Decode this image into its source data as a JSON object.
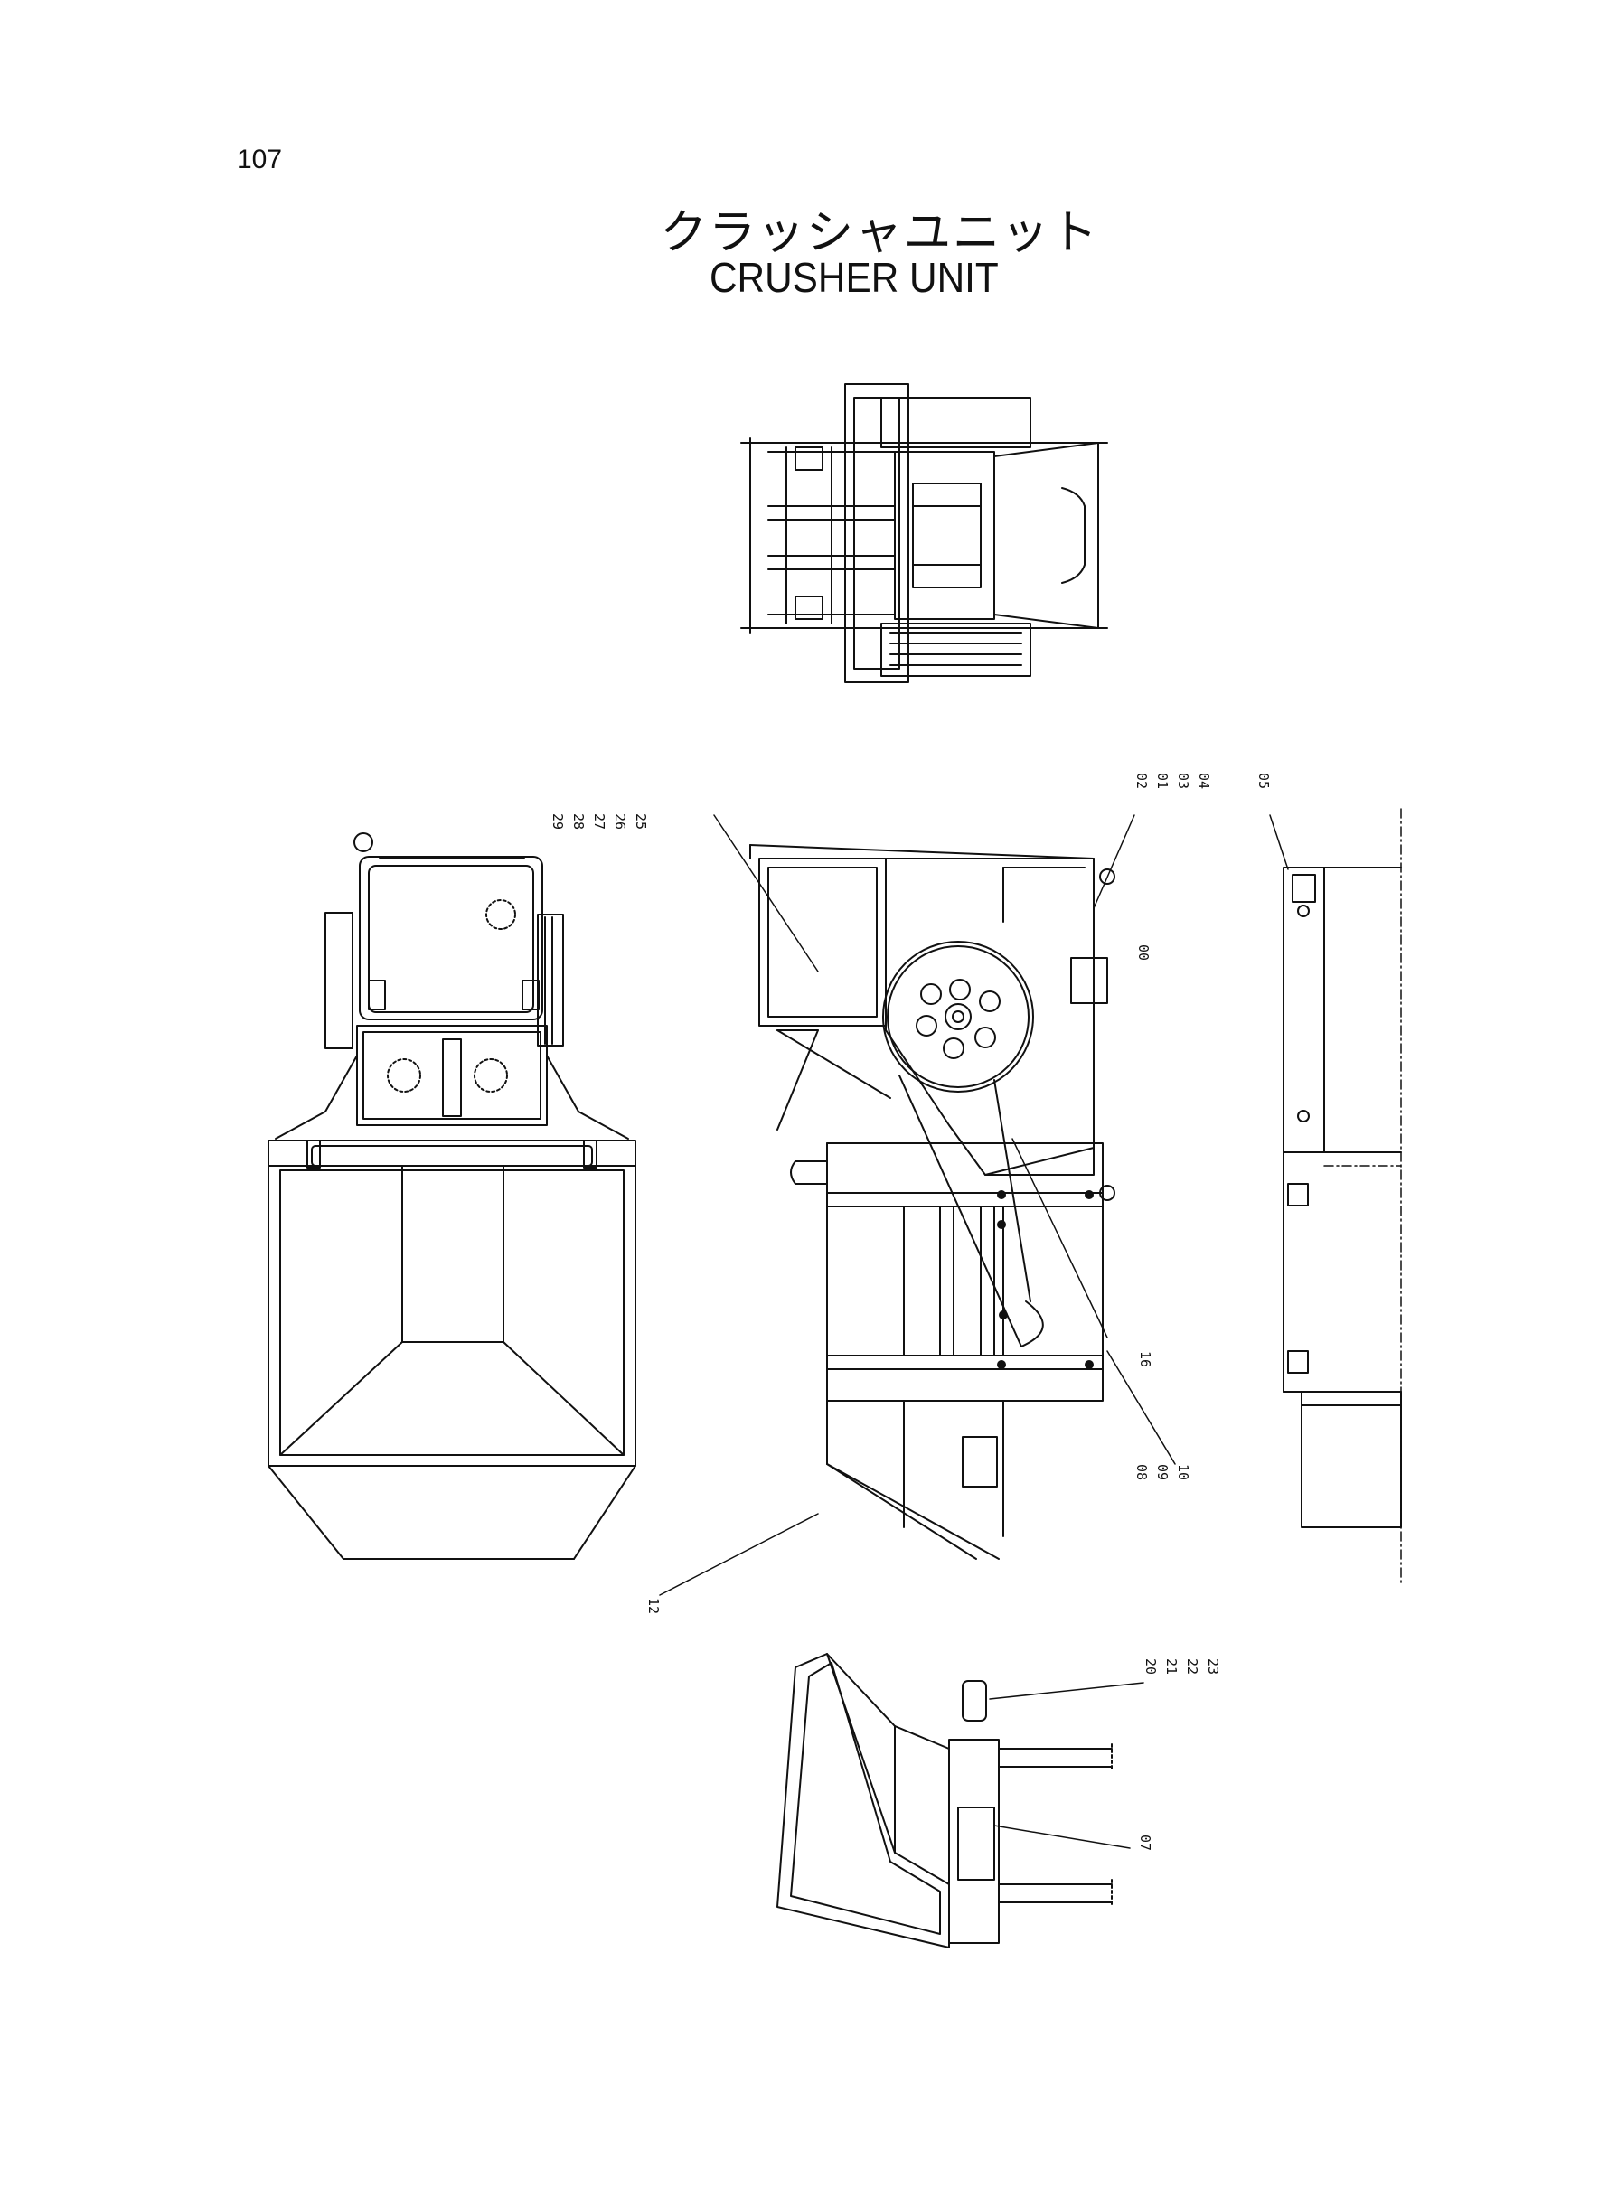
{
  "page": {
    "number": "107"
  },
  "title": {
    "japanese": "クラッシャユニット",
    "english": "CRUSHER UNIT"
  },
  "callouts": {
    "c29": "29",
    "c28": "28",
    "c27": "27",
    "c26": "26",
    "c25": "25",
    "c02": "02",
    "c01": "01",
    "c03": "03",
    "c04": "04",
    "c05": "05",
    "c00": "00",
    "c16": "16",
    "c08": "08",
    "c09": "09",
    "c10": "10",
    "c12": "12",
    "c20": "20",
    "c21": "21",
    "c22": "22",
    "c23": "23",
    "c07": "07"
  }
}
